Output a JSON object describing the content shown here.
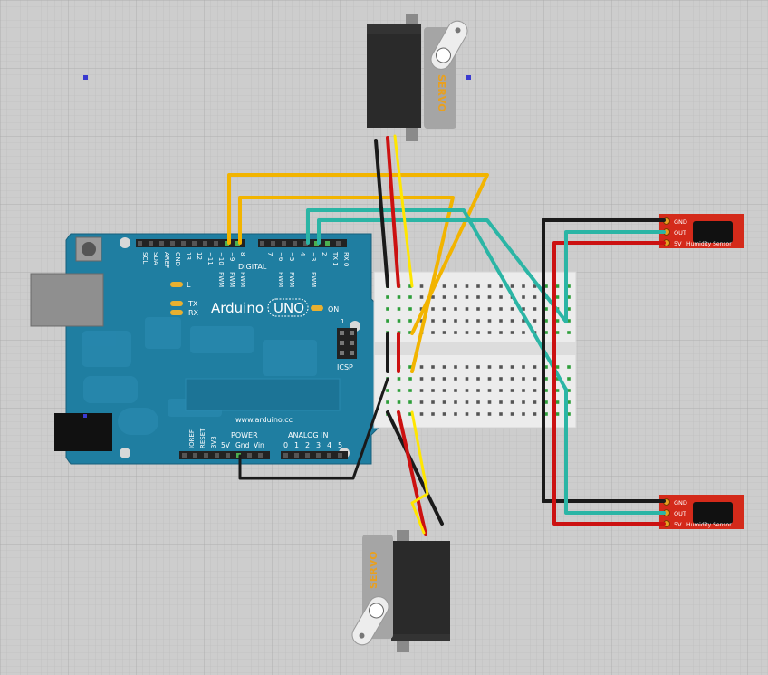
{
  "arduino": {
    "brand": "Arduino",
    "model": "UNO",
    "url": "www.arduino.cc",
    "on_label": "ON",
    "icsp_label": "ICSP",
    "icsp_pin1": "1",
    "led_l": "L",
    "led_tx": "TX",
    "led_rx": "RX",
    "digital_label": "DIGITAL",
    "power_label": "POWER",
    "analog_label": "ANALOG IN",
    "top_labels": [
      "SCL",
      "SDA",
      "AREF",
      "GND",
      "13",
      "12",
      "~11",
      "~10",
      "~9",
      "8",
      "7",
      "~6",
      "~5",
      "4",
      "~3",
      "2",
      "TX 1",
      "RX 0"
    ],
    "pwm_label": "PWM",
    "power_pins": [
      "IOREF",
      "RESET",
      "3V3",
      "5V",
      "Gnd",
      "Vin"
    ],
    "analog_pins": [
      "0",
      "1",
      "2",
      "3",
      "4",
      "5"
    ]
  },
  "servos": [
    {
      "label": "SERVO"
    },
    {
      "label": "SERVO"
    }
  ],
  "sensors": [
    {
      "pins": [
        "GND",
        "OUT",
        "5V"
      ],
      "name": "Humidity Sensor"
    },
    {
      "pins": [
        "GND",
        "OUT",
        "5V"
      ],
      "name": "Humidity Sensor"
    }
  ],
  "colors": {
    "background": "#c8c8c8",
    "grid": "#b8b8b8",
    "board": "#1f7ea1",
    "wire_black": "#1a1a1a",
    "wire_red": "#cc1111",
    "wire_yellow": "#ffd400",
    "wire_orange": "#f2b400",
    "wire_cyan": "#2bb5a5",
    "sensor_board": "#d42a1a",
    "breadboard": "#e9e9e9"
  }
}
